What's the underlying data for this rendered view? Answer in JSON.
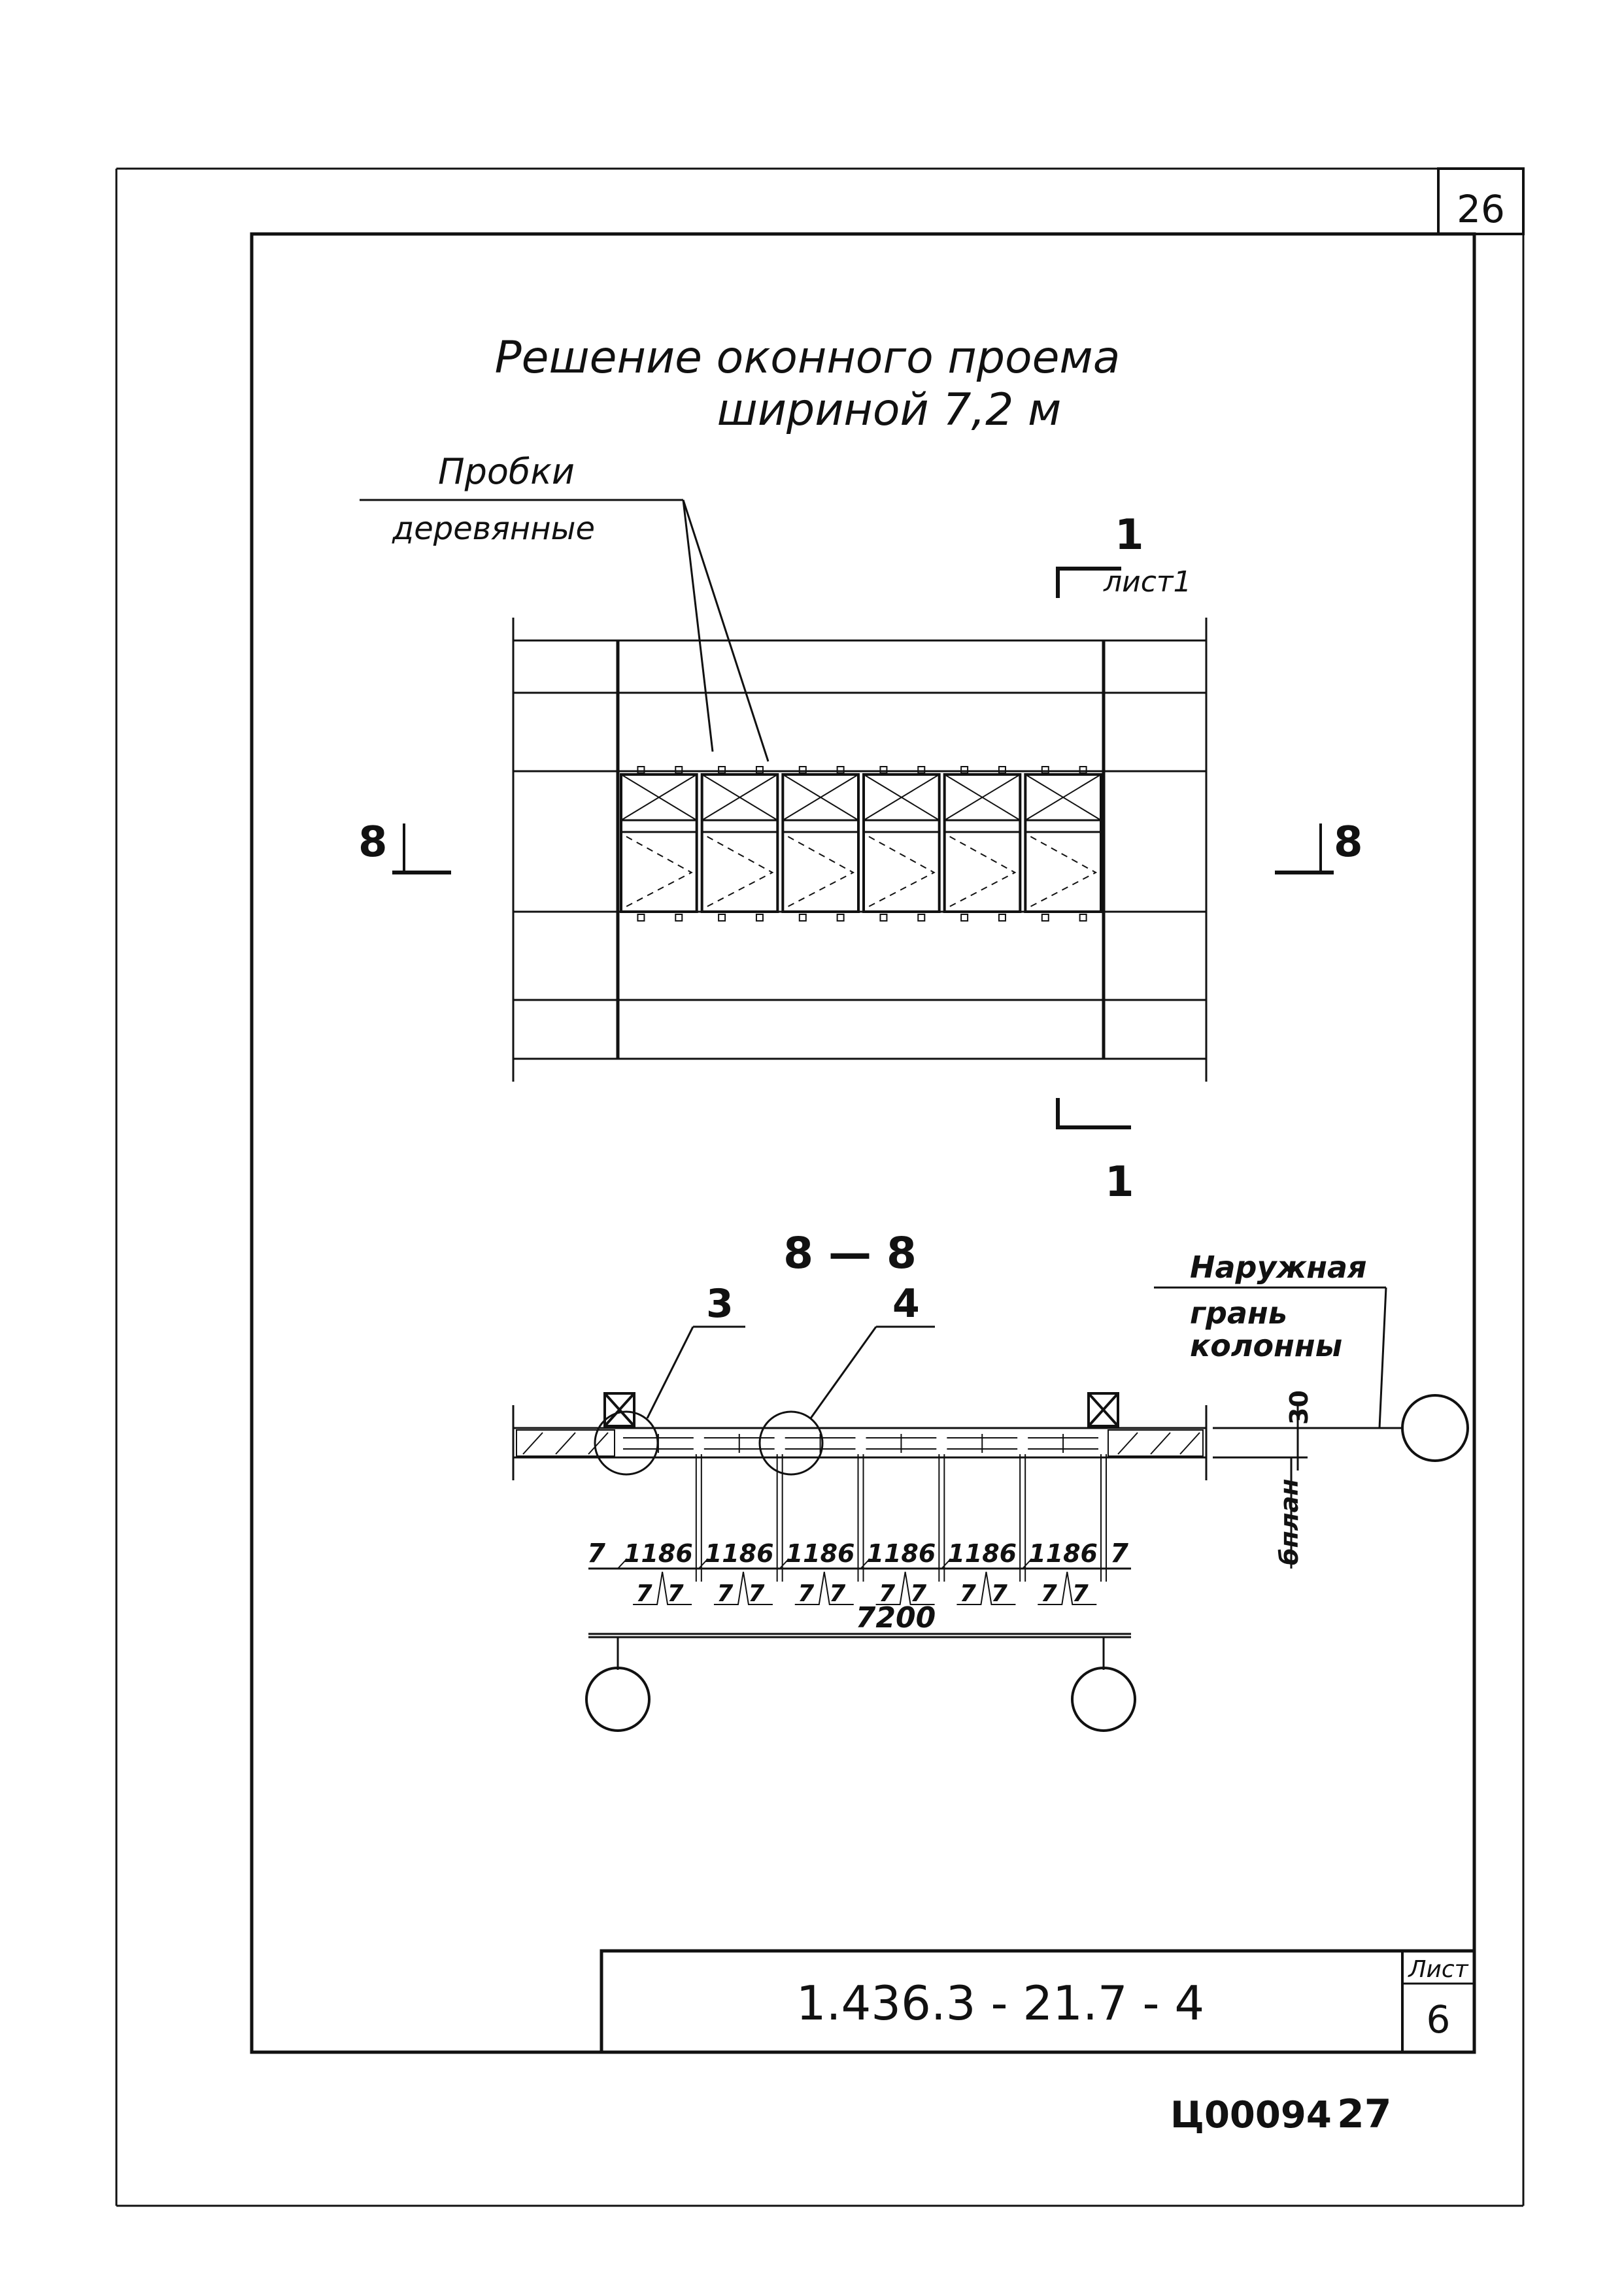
{
  "sheet": {
    "page_number_top": "26",
    "title_line1": "Решение оконного проема",
    "title_line2": "шириной 7,2 м"
  },
  "plan": {
    "leader_label_line1": "Пробки",
    "leader_label_line2": "деревянные",
    "section_1_top_number": "1",
    "section_1_top_ref": "лист1",
    "section_1_bottom_number": "1",
    "section_8_left": "8",
    "section_8_right": "8",
    "window_panel_count": 6
  },
  "section_8_8": {
    "title": "8 — 8",
    "callout_3": "3",
    "callout_4": "4",
    "outer_face_line1": "Наружная",
    "outer_face_line2": "грань",
    "outer_face_line3": "колонны",
    "dim_30": "30",
    "dim_plan": "бплан",
    "end_gap": "7",
    "panel_width": "1186",
    "joint_gap": "7",
    "total_width": "7200"
  },
  "title_block": {
    "designation": "1.436.3 - 21.7 - 4",
    "sheet_label": "Лист",
    "sheet_number": "6"
  },
  "footer": {
    "archive_code": "Ц00094",
    "page_number": "27"
  }
}
